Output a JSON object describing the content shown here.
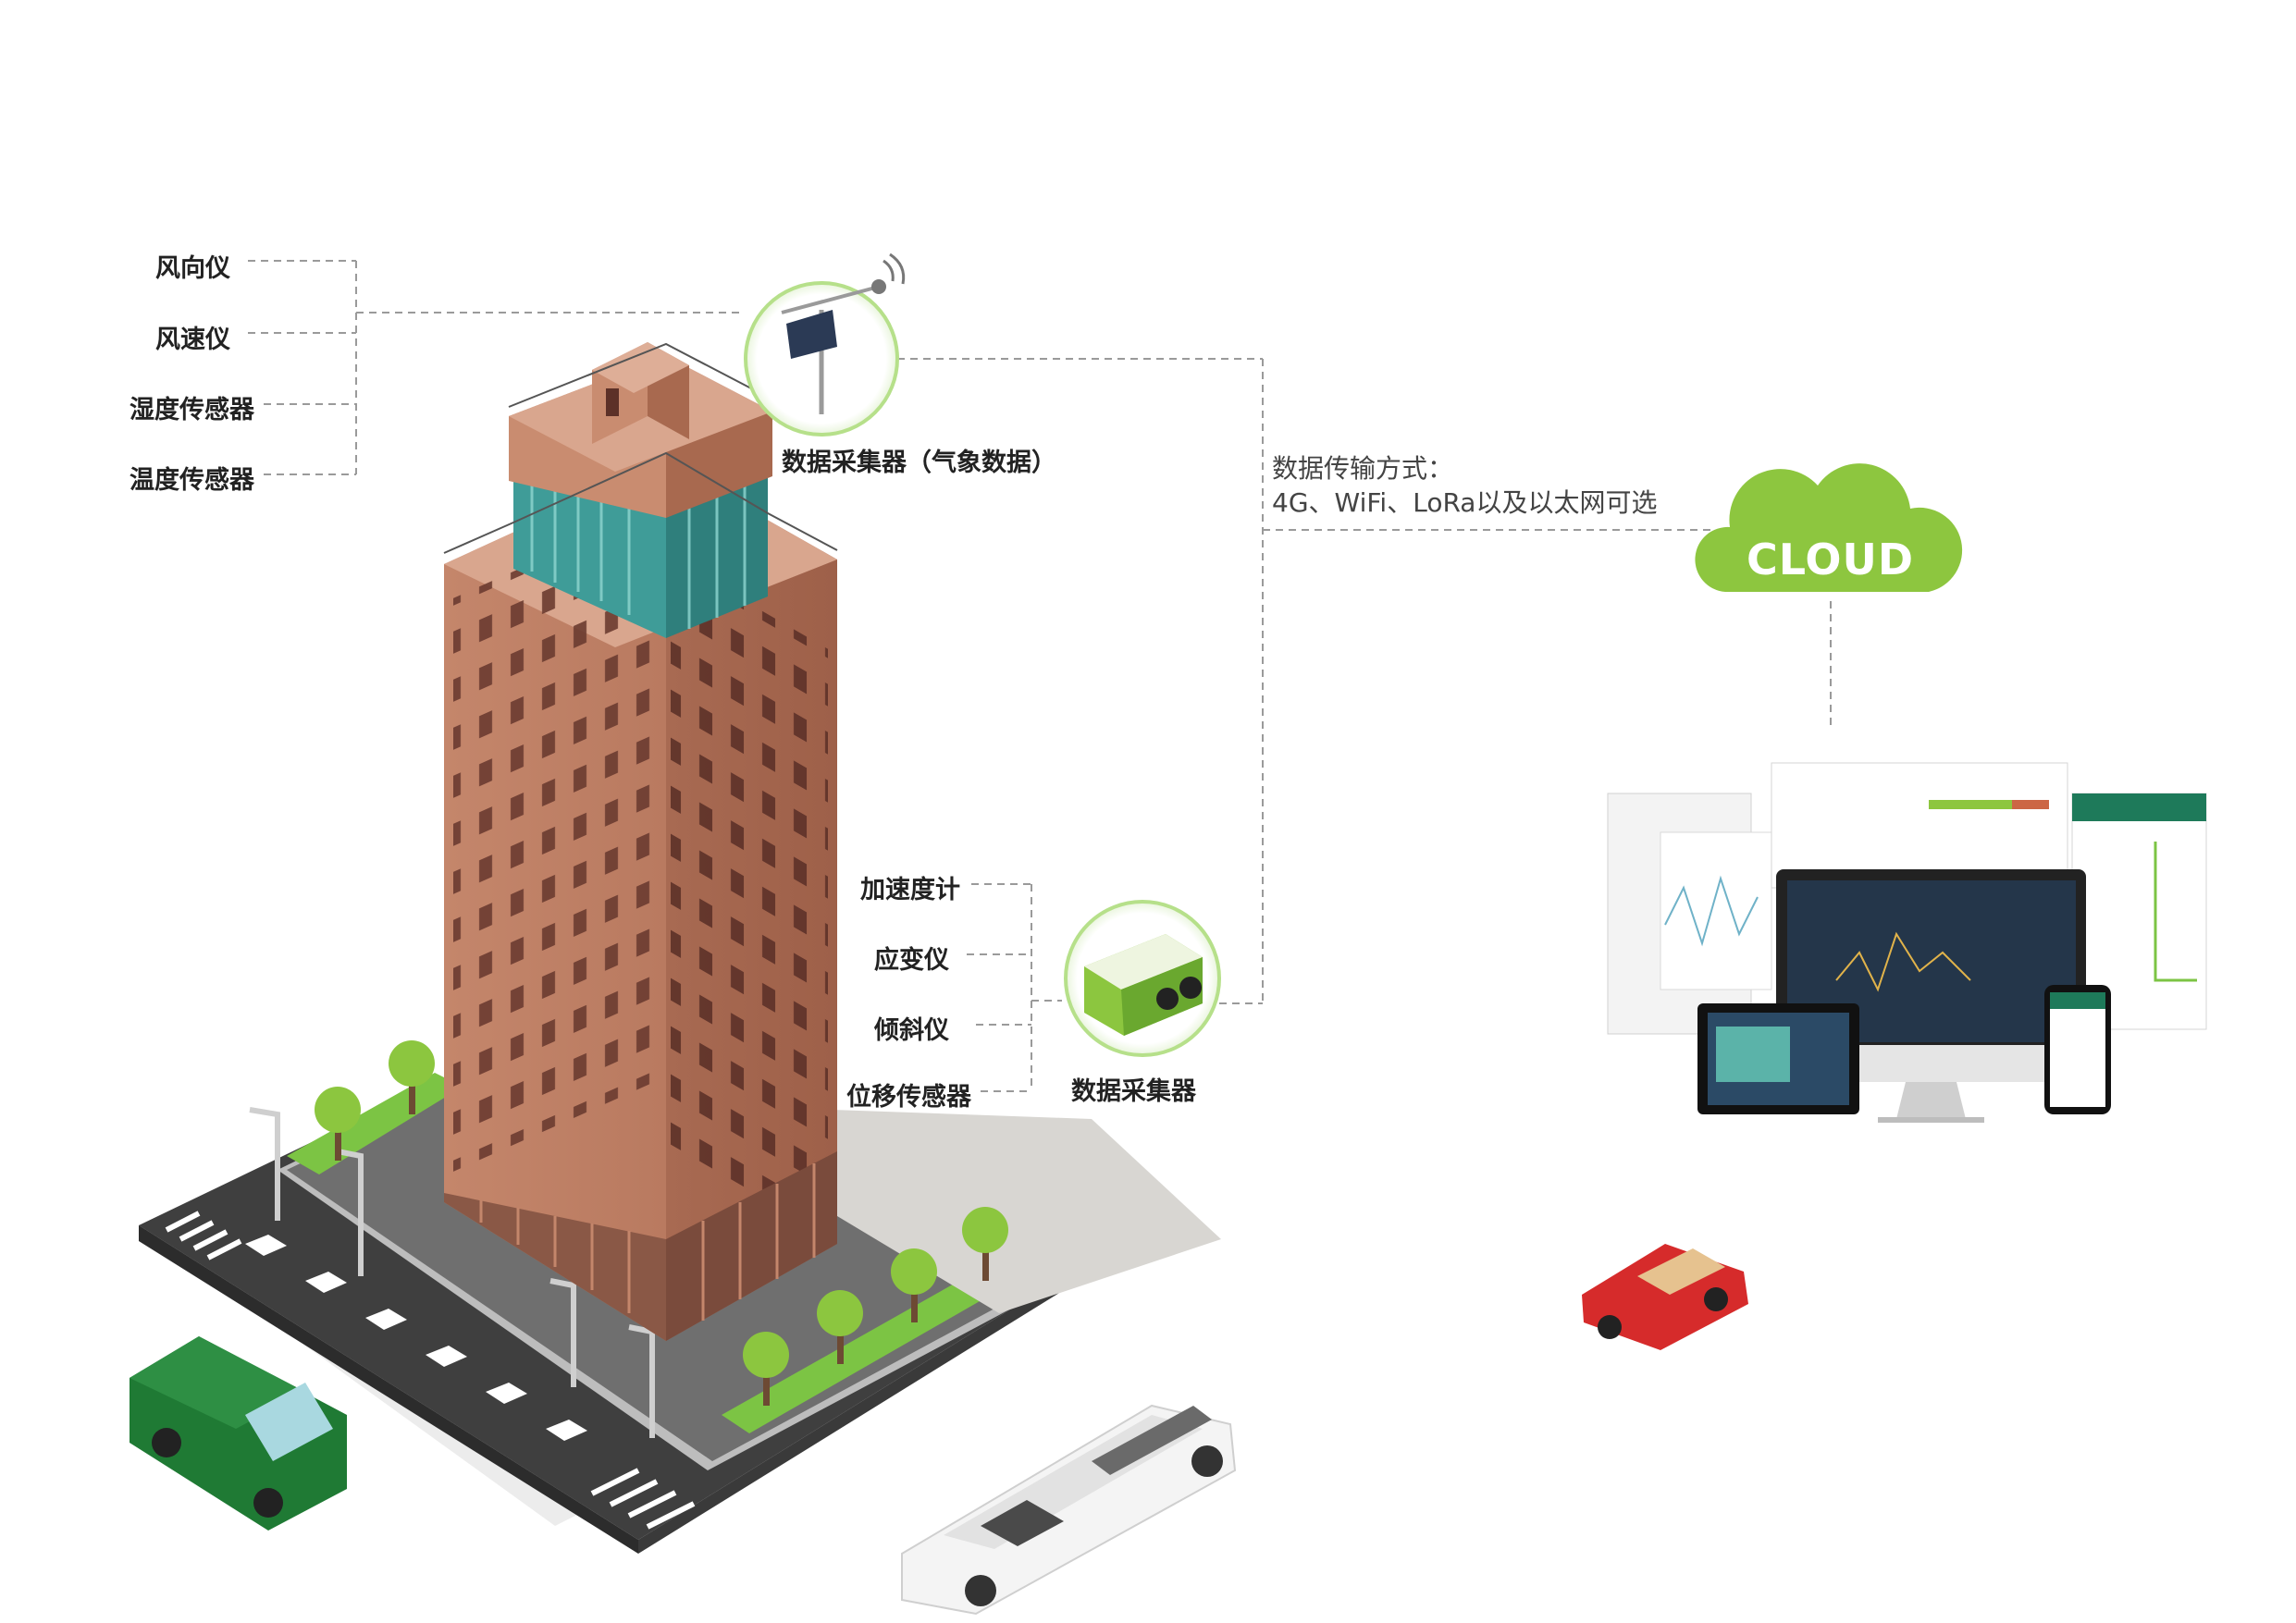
{
  "weather_sensors": [
    "风向仪",
    "风速仪",
    "湿度传感器",
    "温度传感器"
  ],
  "weather_logger_label": "数据采集器（气象数据）",
  "structure_sensors": [
    "加速度计",
    "应变仪",
    "倾斜仪",
    "位移传感器"
  ],
  "structure_logger_label": "数据采集器",
  "transmission": {
    "title": "数据传输方式：",
    "options": "4G、WiFi、LoRa以及以太网可选"
  },
  "cloud_label": "CLOUD",
  "colors": {
    "accent_green": "#8dc63f",
    "building": "#c98c70",
    "road": "#4a4a4a",
    "dash_line": "#9a9a9a"
  }
}
